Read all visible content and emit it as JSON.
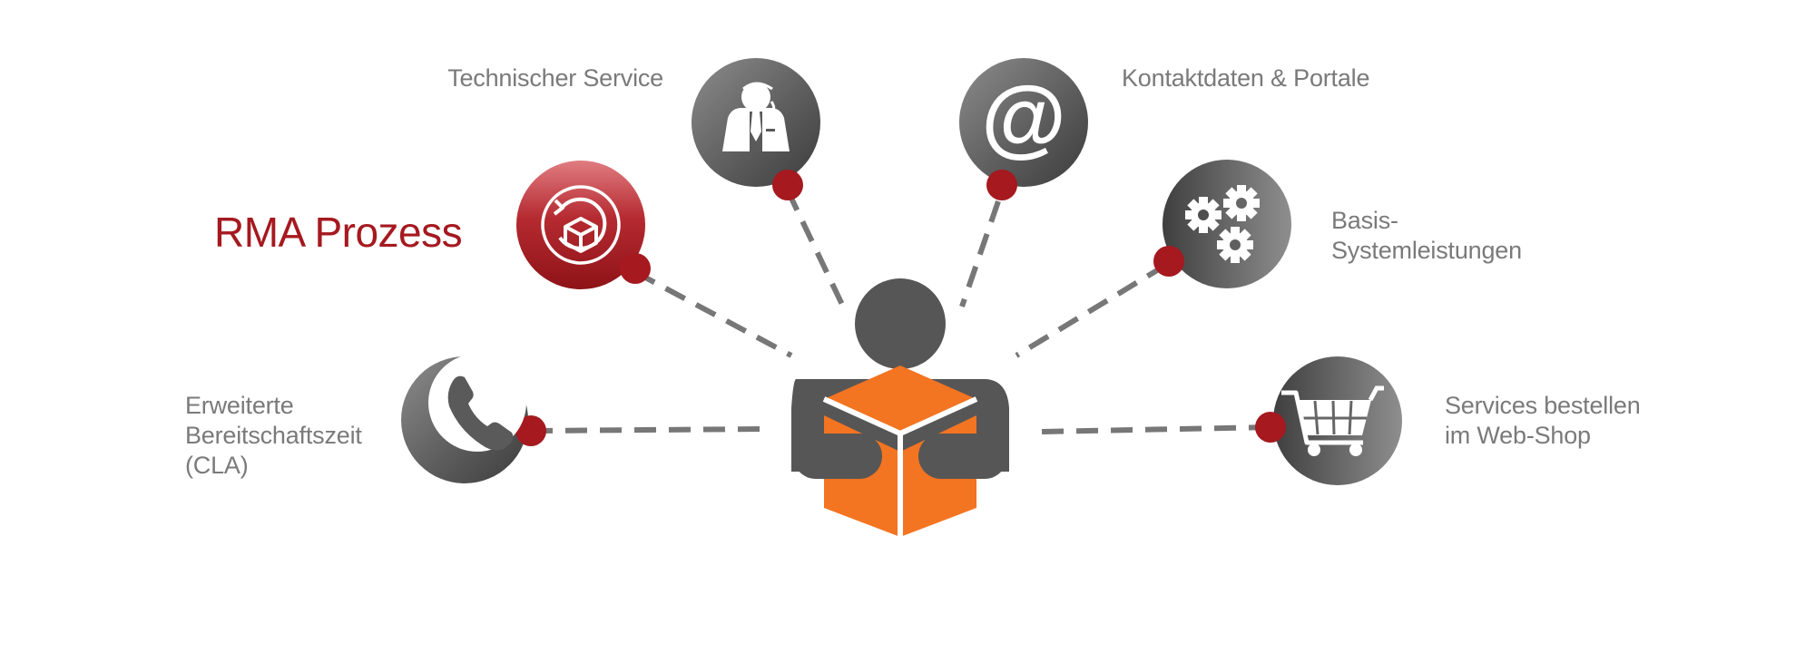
{
  "colors": {
    "accent_red": "#a5191f",
    "dark_circle": "#5a5a5a",
    "box_orange": "#f37421",
    "person_gray": "#565656",
    "label_gray": "#7a7a7a",
    "connector_gray": "#777777"
  },
  "center": {
    "icon": "person-with-package-icon"
  },
  "services": [
    {
      "id": "technical-service",
      "icon": "headset-agent-icon",
      "lines": [
        "Technischer Service"
      ],
      "active": false
    },
    {
      "id": "rma-process",
      "icon": "package-return-icon",
      "lines": [
        "RMA Prozess"
      ],
      "active": true
    },
    {
      "id": "extended-availability",
      "icon": "phone-icon",
      "lines": [
        "Erweiterte",
        "Bereitschaftszeit",
        "(CLA)"
      ],
      "active": false
    },
    {
      "id": "contact-portals",
      "icon": "at-sign-icon",
      "lines": [
        "Kontaktdaten & Portale"
      ],
      "active": false
    },
    {
      "id": "basic-system-services",
      "icon": "gears-icon",
      "lines": [
        "Basis-",
        "Systemleistungen"
      ],
      "active": false
    },
    {
      "id": "webshop-services",
      "icon": "shopping-cart-icon",
      "lines": [
        "Services bestellen",
        "im Web-Shop"
      ],
      "active": false
    }
  ]
}
